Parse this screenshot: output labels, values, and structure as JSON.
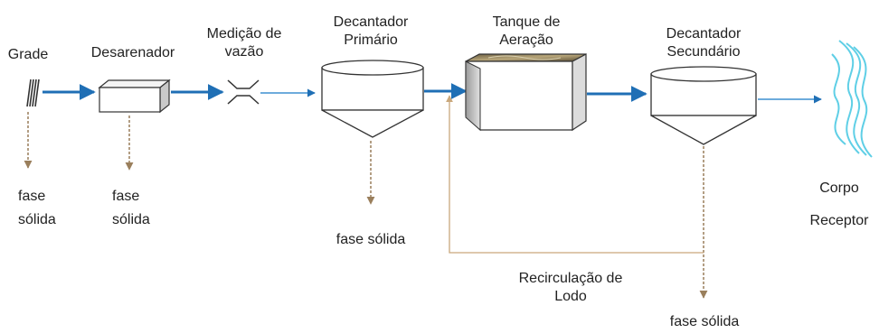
{
  "stages": {
    "grade": "Grade",
    "desarenador": "Desarenador",
    "medicao_line1": "Medição de",
    "medicao_line2": "vazão",
    "decantador_primario_line1": "Decantador",
    "decantador_primario_line2": "Primário",
    "tanque_line1": "Tanque de",
    "tanque_line2": "Aeração",
    "decantador_secundario_line1": "Decantador",
    "decantador_secundario_line2": "Secundário",
    "corpo_line1": "Corpo",
    "corpo_line2": "Receptor"
  },
  "solids": {
    "grade_line1": "fase",
    "grade_line2": "sólida",
    "desarenador_line1": "fase",
    "desarenador_line2": "sólida",
    "primario": "fase sólida",
    "secundario": "fase sólida"
  },
  "recirculation": {
    "line1": "Recirculação de",
    "line2": "Lodo"
  },
  "colors": {
    "main_flow": "#1f6fb5",
    "thin_flow": "#3d8fd0",
    "solids_arrow": "#9a7f5c",
    "recirculation_line": "#c9a87c",
    "receptor": "#5fcfe6",
    "aeration_tank_top": "#8a7a58"
  }
}
